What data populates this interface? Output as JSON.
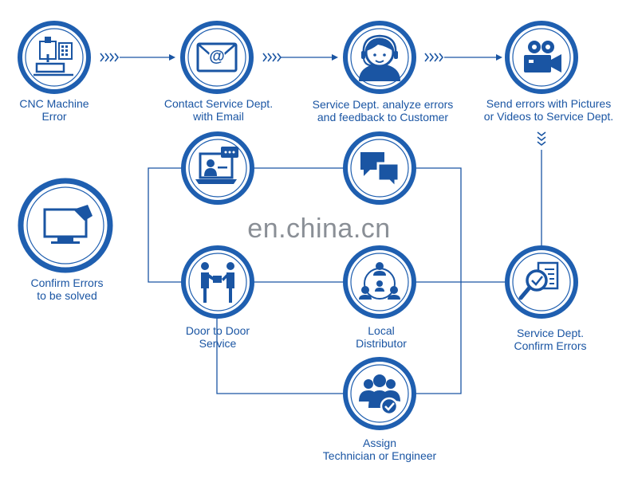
{
  "colors": {
    "blue": "#1a55a3",
    "ring": "#1f5fb0",
    "fill": "#1a55a3",
    "light": "#ffffff"
  },
  "nodes": {
    "cnc_error": {
      "icon": "cnc-machine-icon",
      "lines": [
        "CNC Machine",
        "Error"
      ]
    },
    "contact": {
      "icon": "email-envelope-icon",
      "lines": [
        "Contact Service Dept.",
        "with Email"
      ]
    },
    "analyze": {
      "icon": "support-agent-icon",
      "lines": [
        "Service Dept. analyze errors",
        "and feedback to Customer"
      ]
    },
    "send_errors": {
      "icon": "video-camera-icon",
      "lines": [
        "Send errors with Pictures",
        "or Videos to Service Dept."
      ]
    },
    "online": {
      "icon": "online-support-icon"
    },
    "chat": {
      "icon": "chat-bubbles-icon"
    },
    "confirm_solved": {
      "icon": "monitor-check-icon",
      "lines": [
        "Confirm Errors",
        "to be solved"
      ]
    },
    "door": {
      "icon": "handover-icon",
      "lines": [
        "Door to Door",
        "Service"
      ]
    },
    "distributor": {
      "icon": "network-people-icon",
      "lines": [
        "Local",
        "Distributor"
      ]
    },
    "confirm_errors": {
      "icon": "magnifier-document-icon",
      "lines": [
        "Service Dept.",
        "Confirm Errors"
      ]
    },
    "assign": {
      "icon": "team-check-icon",
      "lines": [
        "Assign",
        "Technician or Engineer"
      ]
    }
  },
  "watermark": "en.china.cn"
}
